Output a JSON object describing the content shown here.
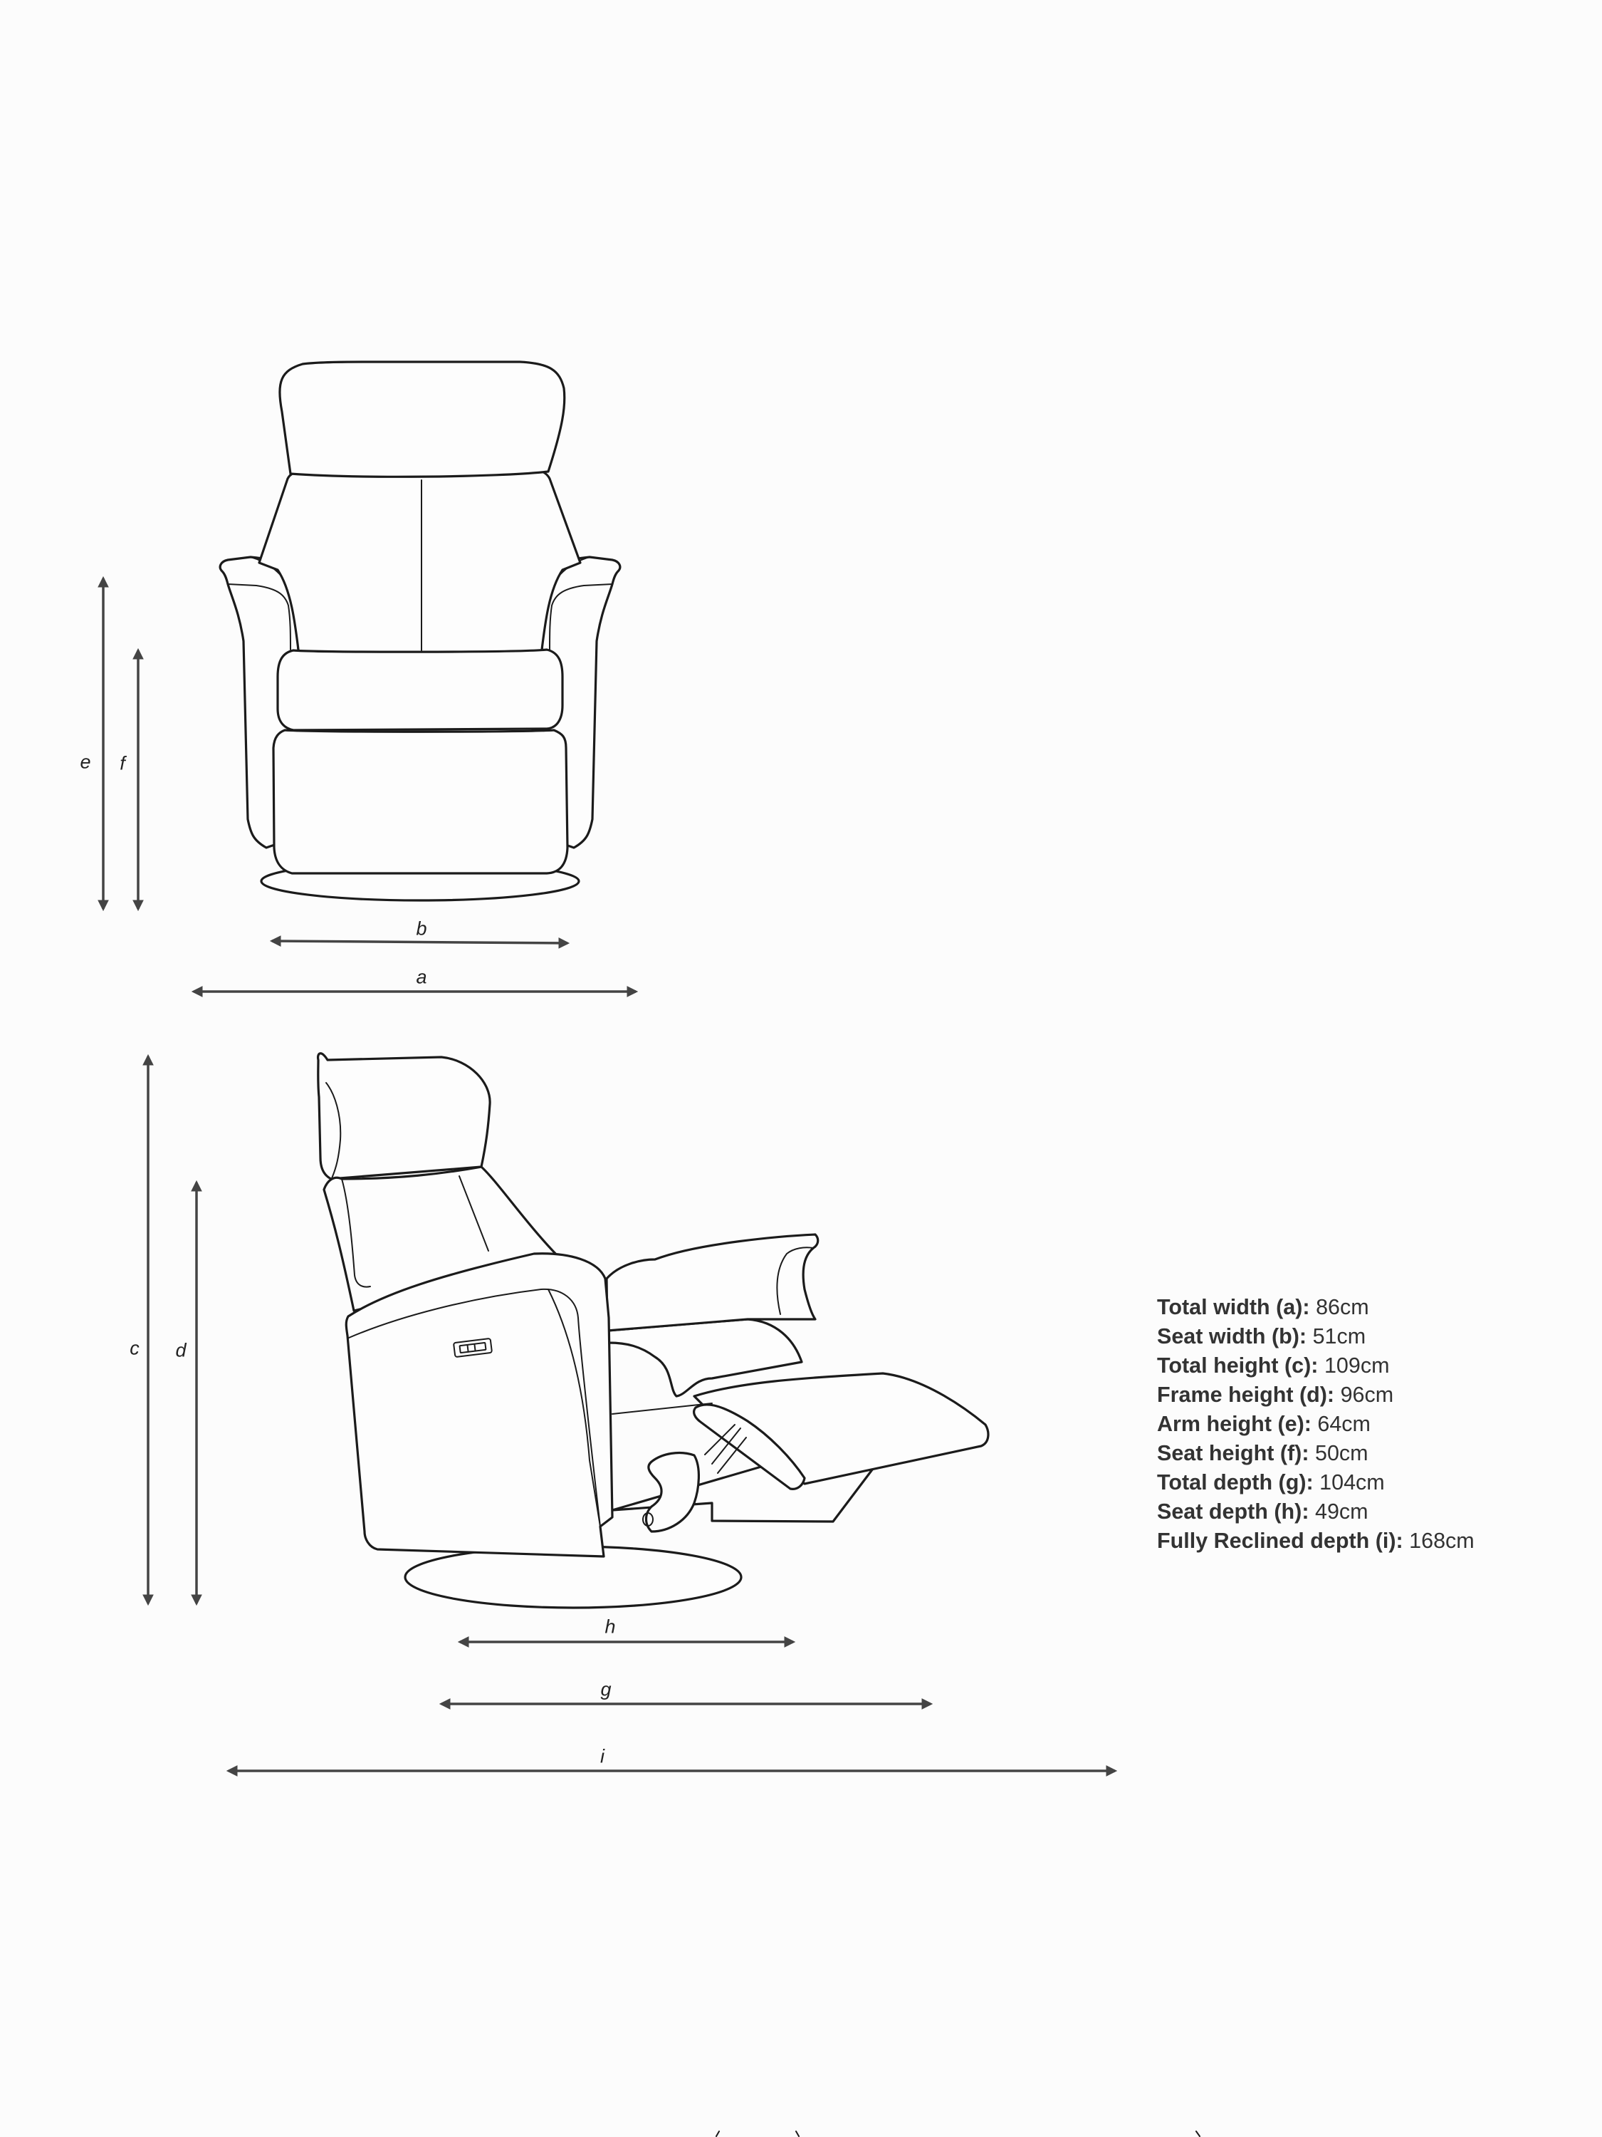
{
  "diagram": {
    "front_view": {
      "dimension_labels": {
        "a": "a",
        "b": "b",
        "e": "e",
        "f": "f"
      }
    },
    "side_view": {
      "dimension_labels": {
        "c": "c",
        "d": "d",
        "g": "g",
        "h": "h",
        "i": "i"
      }
    },
    "colors": {
      "background": "#fcfcfc",
      "outline": "#1b1b1b",
      "dimension_arrow": "#444444",
      "text": "#333333"
    }
  },
  "specs": [
    {
      "label": "Total width (a):",
      "value": "86cm"
    },
    {
      "label": "Seat width (b):",
      "value": "51cm"
    },
    {
      "label": "Total height (c):",
      "value": "109cm"
    },
    {
      "label": "Frame height (d):",
      "value": "96cm"
    },
    {
      "label": "Arm height (e):",
      "value": "64cm"
    },
    {
      "label": "Seat height (f):",
      "value": "50cm"
    },
    {
      "label": "Total depth (g):",
      "value": "104cm"
    },
    {
      "label": "Seat depth (h):",
      "value": "49cm"
    },
    {
      "label": "Fully Reclined depth (i):",
      "value": "168cm"
    }
  ]
}
